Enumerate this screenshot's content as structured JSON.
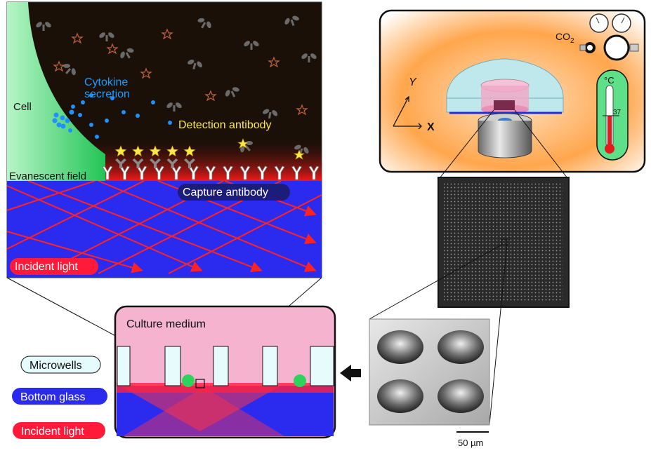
{
  "schematic": {
    "cell_label": "Cell",
    "cytokine_label_line1": "Cytokine",
    "cytokine_label_line2": "secretion",
    "detection_label": "Detection antibody",
    "evanescent_label": "Evanescent field",
    "capture_label": "Capture antibody",
    "incident_label": "Incident light"
  },
  "incubator": {
    "co2_label": "CO",
    "co2_subscript": "2",
    "axis_y": "Y",
    "axis_x": "X",
    "temp_unit": "°C",
    "temp_mark": "37"
  },
  "chip": {
    "culture_medium_label": "Culture medium"
  },
  "legend": {
    "microwells": "Microwells",
    "bottom_glass": "Bottom glass",
    "incident_light": "Incident light"
  },
  "sem": {
    "scale_bar_label": "50 µm"
  },
  "colors": {
    "background_dark": "#1a1008",
    "glass_blue": "#2b2bf0",
    "evanescent_red": "#ff1a1a",
    "cell_green": "#2ed35c",
    "cytokine_blue": "#1e90ff",
    "detection_yellow": "#ffe84a",
    "culture_pink": "#f5b3d0",
    "microwell_fill": "#e6fbfb",
    "incubator_orange": "#ffa64d",
    "thermo_green": "#5ee08a"
  }
}
